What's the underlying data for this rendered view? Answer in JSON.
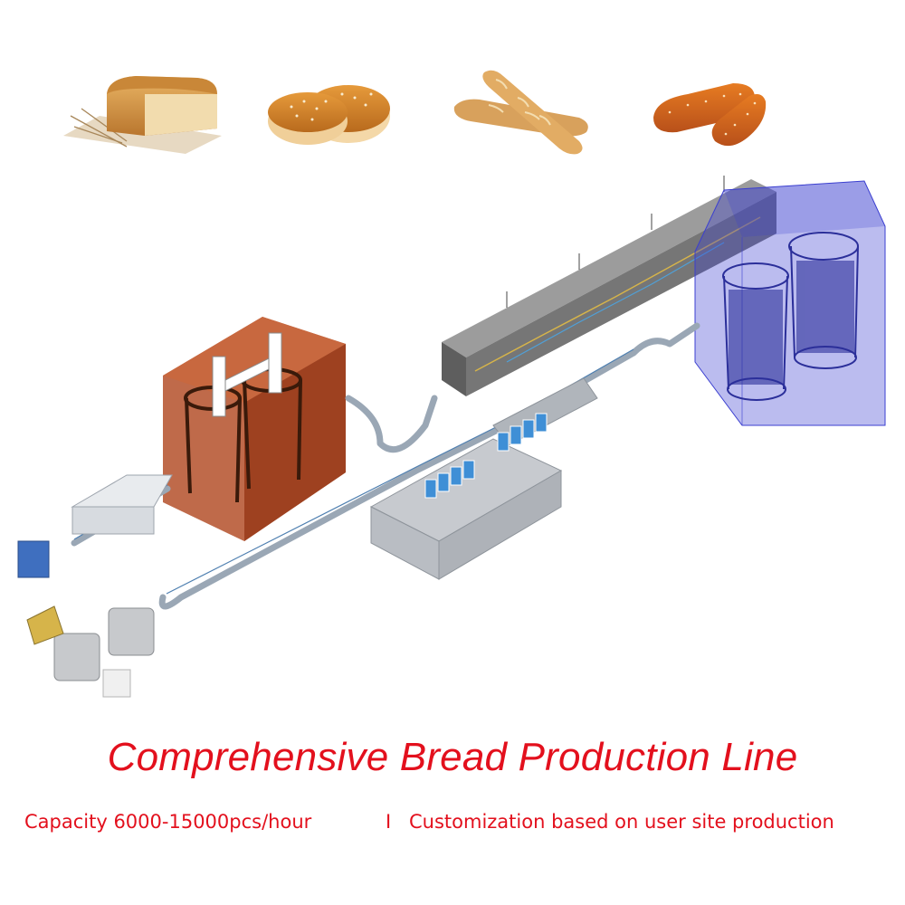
{
  "products": {
    "icons": [
      "loaf-bread-icon",
      "burger-bun-icon",
      "baguette-icon",
      "hot-dog-bun-icon"
    ]
  },
  "title": "Comprehensive Bread Production Line",
  "capacity_text": "Capacity 6000-15000pcs/hour",
  "separator": "I",
  "customization_text": "Customization based on user site production",
  "colors": {
    "title_red": "#e3101d",
    "proofer_orange": "#b4502a",
    "cooling_blue": "#3b3fd0",
    "oven_gray": "#6e6e6e",
    "package_blue": "#3f8fd6"
  }
}
